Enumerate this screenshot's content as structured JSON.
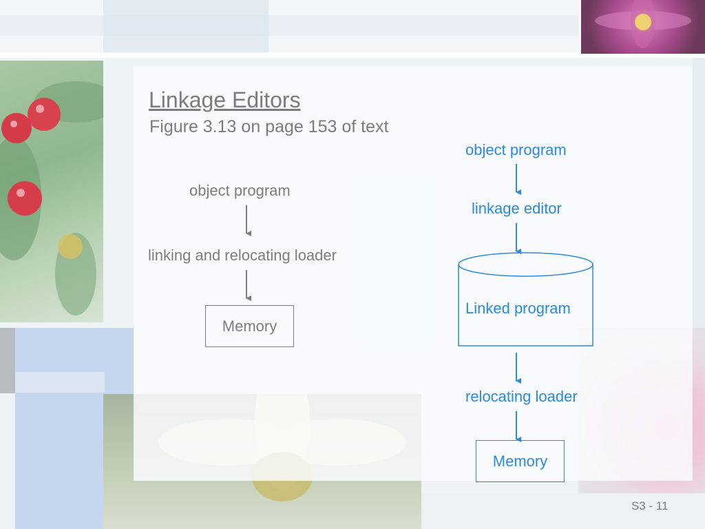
{
  "slide": {
    "title": "Linkage Editors",
    "subtitle": "Figure 3.13 on page 153 of text",
    "slide_number": "S3 - 11"
  },
  "left_flow": {
    "step1": "object program",
    "step2": "linking and relocating loader",
    "memory": "Memory",
    "color": "#7b7e81"
  },
  "right_flow": {
    "step1": "object program",
    "step2": "linkage editor",
    "linked_program": "Linked program",
    "step3": "relocating loader",
    "memory": "Memory",
    "color": "#2a8ae0"
  }
}
